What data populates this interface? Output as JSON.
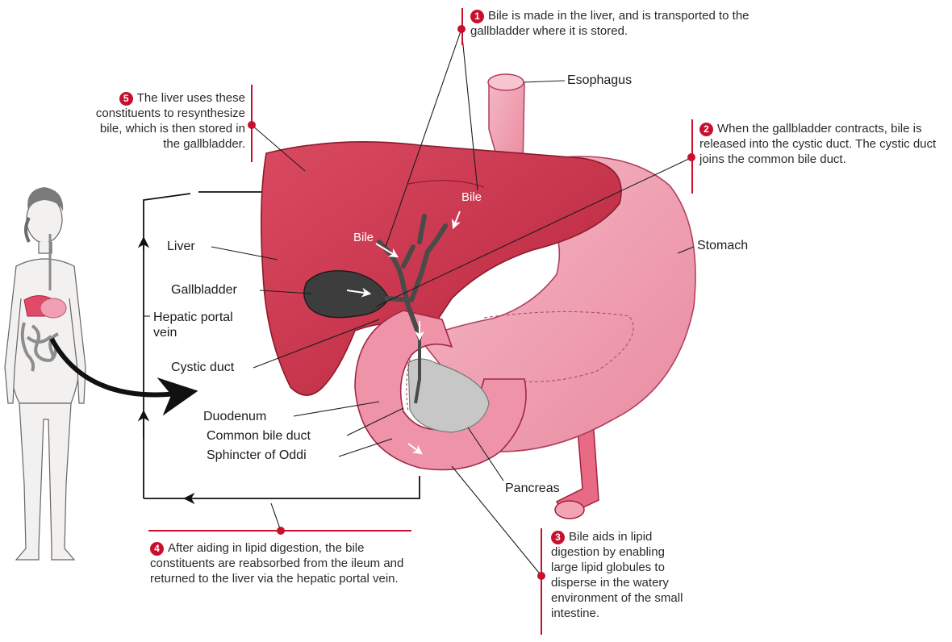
{
  "steps": [
    {
      "number": "1",
      "text": "Bile is made in the liver, and is transported to the gallbladder where it is stored."
    },
    {
      "number": "2",
      "text": "When the gallbladder contracts, bile is released into the cystic duct. The cystic duct joins the common bile duct."
    },
    {
      "number": "3",
      "text": "Bile aids in lipid digestion by enabling large lipid globules to disperse in the watery environment of the small intestine."
    },
    {
      "number": "4",
      "text": "After aiding in lipid digestion, the bile constituents are reabsorbed from the ileum and returned to the liver via the hepatic portal vein."
    },
    {
      "number": "5",
      "text": "The liver uses these constituents to resynthesize bile, which is then stored in the gallbladder."
    }
  ],
  "labels": {
    "esophagus": "Esophagus",
    "stomach": "Stomach",
    "liver": "Liver",
    "gallbladder": "Gallbladder",
    "hepatic_portal_vein": "Hepatic portal vein",
    "cystic_duct": "Cystic duct",
    "duodenum": "Duodenum",
    "common_bile_duct": "Common bile duct",
    "sphincter_of_oddi": "Sphincter of Oddi",
    "pancreas": "Pancreas",
    "bile": "Bile"
  },
  "colors": {
    "accent": "#c8102e",
    "liver": "#c9334a",
    "stomach": "#ef9fb0",
    "gallbladder": "#3d3d3d",
    "skin": "#f3f1ef"
  }
}
